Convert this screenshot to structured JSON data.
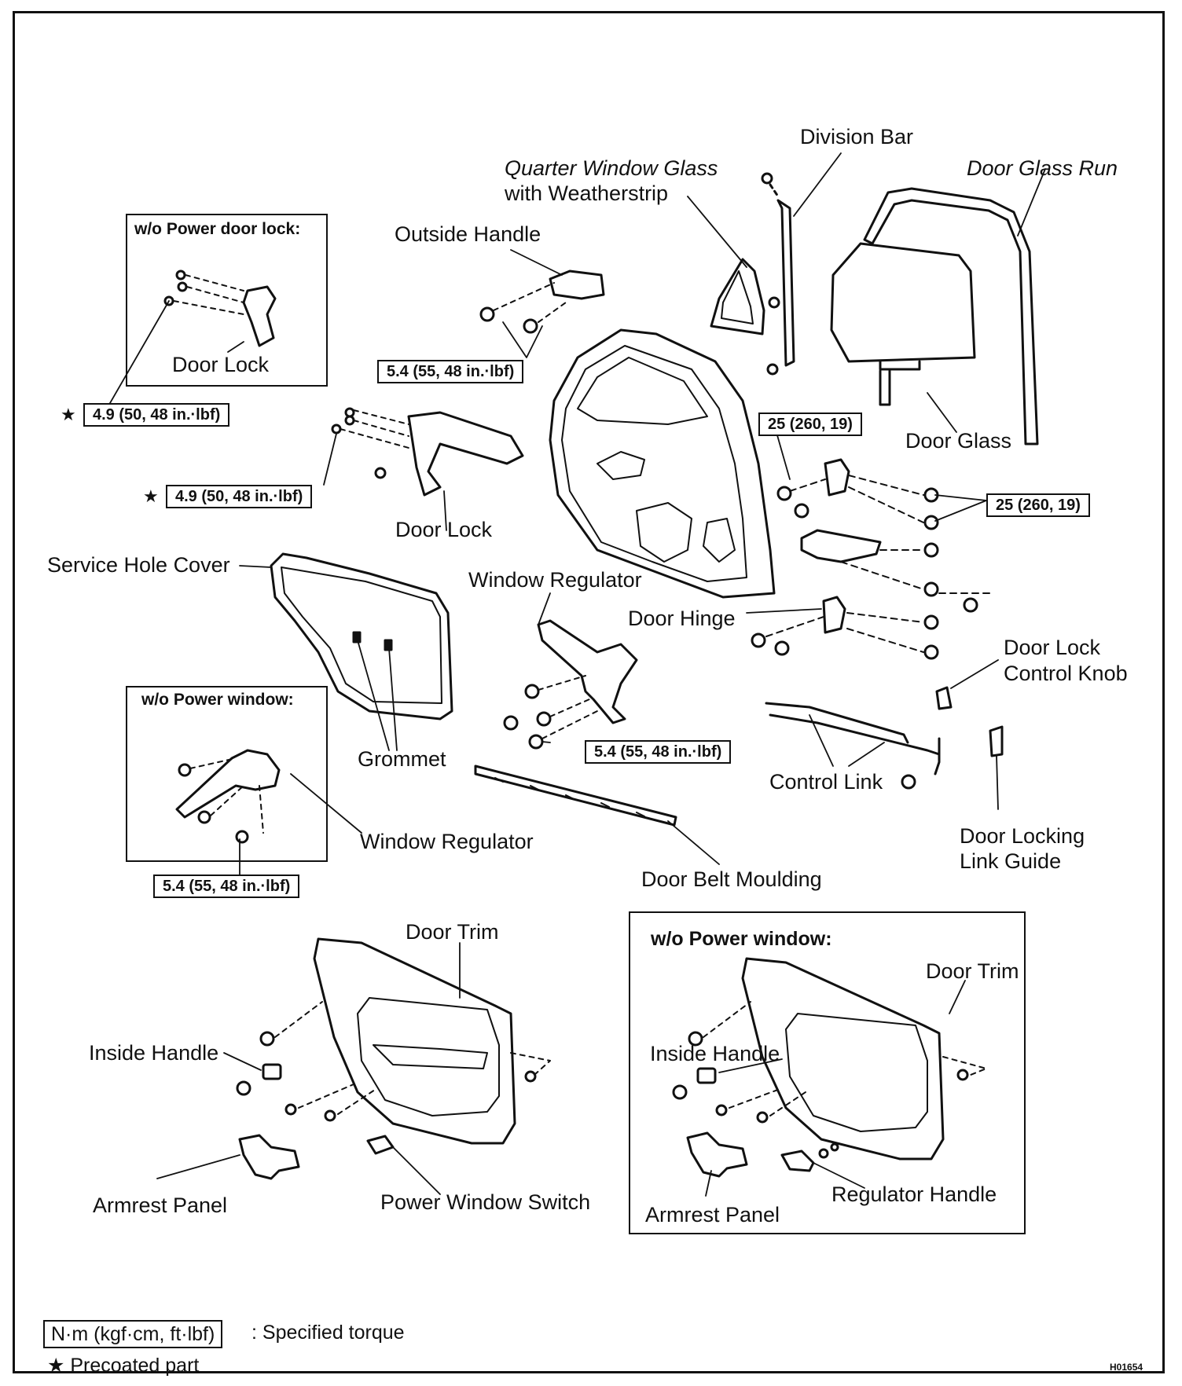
{
  "labels": {
    "division_bar": "Division Bar",
    "quarter_window_line1": "Quarter Window Glass",
    "quarter_window_line2": "with Weatherstrip",
    "door_glass_run": "Door Glass Run",
    "outside_handle": "Outside Handle",
    "door_lock_inset": "Door Lock",
    "door_lock_main": "Door Lock",
    "door_glass": "Door Glass",
    "service_hole_cover": "Service Hole Cover",
    "window_regulator_main": "Window Regulator",
    "door_hinge": "Door Hinge",
    "door_lock_control_knob_line1": "Door Lock",
    "door_lock_control_knob_line2": "Control Knob",
    "grommet": "Grommet",
    "window_regulator_inset": "Window Regulator",
    "control_link": "Control Link",
    "door_locking_link_guide_line1": "Door Locking",
    "door_locking_link_guide_line2": "Link Guide",
    "door_belt_moulding": "Door Belt Moulding",
    "door_trim_main": "Door Trim",
    "door_trim_inset": "Door Trim",
    "inside_handle_main": "Inside Handle",
    "inside_handle_inset": "Inside Handle",
    "armrest_panel_main": "Armrest Panel",
    "armrest_panel_inset": "Armrest Panel",
    "power_window_switch": "Power Window Switch",
    "regulator_handle": "Regulator Handle"
  },
  "inset_titles": {
    "power_door_lock": "w/o Power door lock:",
    "power_window_left": "w/o Power window:",
    "power_window_bottom": "w/o Power window:"
  },
  "torques": {
    "outside_handle": "5.4 (55, 48 in.·lbf)",
    "door_lock_inset": "4.9 (50, 48 in.·lbf)",
    "door_lock_main": "4.9 (50, 48 in.·lbf)",
    "hinge_upper": "25 (260, 19)",
    "hinge_body": "25 (260, 19)",
    "window_regulator_main": "5.4 (55, 48 in.·lbf)",
    "window_regulator_inset": "5.4 (55, 48 in.·lbf)"
  },
  "star_symbol": "★",
  "legend": {
    "unit_box": "N·m (kgf·cm, ft·lbf)",
    "unit_text": ": Specified torque",
    "precoated": "★ Precoated part"
  },
  "figure_code": "H01654"
}
